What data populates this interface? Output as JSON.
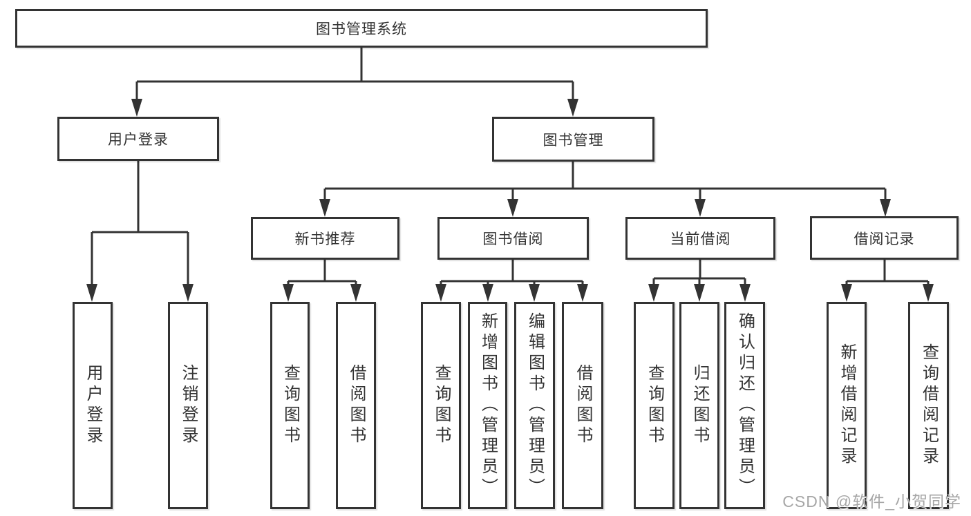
{
  "colors": {
    "line": "#333333",
    "box_border": "#333333",
    "text": "#333333",
    "background": "#ffffff",
    "watermark": "#a6a6a6"
  },
  "watermark": {
    "text": "CSDN @软件_小贺同学"
  },
  "tree": {
    "label": "图书管理系统",
    "children": [
      {
        "label": "用户登录",
        "children": [
          {
            "label": "用户登录"
          },
          {
            "label": "注销登录"
          }
        ]
      },
      {
        "label": "图书管理",
        "children": [
          {
            "label": "新书推荐",
            "children": [
              {
                "label": "查询图书"
              },
              {
                "label": "借阅图书"
              }
            ]
          },
          {
            "label": "图书借阅",
            "children": [
              {
                "label": "查询图书"
              },
              {
                "label": "新增图书（管理员）"
              },
              {
                "label": "编辑图书（管理员）"
              },
              {
                "label": "借阅图书"
              }
            ]
          },
          {
            "label": "当前借阅",
            "children": [
              {
                "label": "查询图书"
              },
              {
                "label": "归还图书"
              },
              {
                "label": "确认归还（管理员）"
              }
            ]
          },
          {
            "label": "借阅记录",
            "children": [
              {
                "label": "新增借阅记录"
              },
              {
                "label": "查询借阅记录"
              }
            ]
          }
        ]
      }
    ]
  }
}
